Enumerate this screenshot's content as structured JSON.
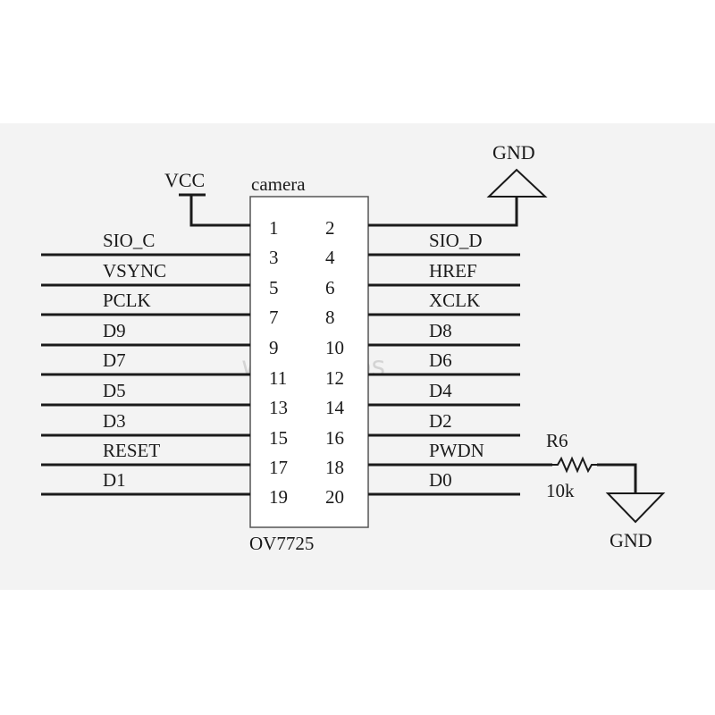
{
  "component": {
    "title": "camera",
    "part_number": "OV7725"
  },
  "power": {
    "vcc": "VCC",
    "gnd_top": "GND",
    "gnd_bottom": "GND"
  },
  "pin_rows": [
    {
      "left_pin": "1",
      "right_pin": "2",
      "left_signal": "",
      "right_signal": ""
    },
    {
      "left_pin": "3",
      "right_pin": "4",
      "left_signal": "SIO_C",
      "right_signal": "SIO_D"
    },
    {
      "left_pin": "5",
      "right_pin": "6",
      "left_signal": "VSYNC",
      "right_signal": "HREF"
    },
    {
      "left_pin": "7",
      "right_pin": "8",
      "left_signal": "PCLK",
      "right_signal": "XCLK"
    },
    {
      "left_pin": "9",
      "right_pin": "10",
      "left_signal": "D9",
      "right_signal": "D8"
    },
    {
      "left_pin": "11",
      "right_pin": "12",
      "left_signal": "D7",
      "right_signal": "D6"
    },
    {
      "left_pin": "13",
      "right_pin": "14",
      "left_signal": "D5",
      "right_signal": "D4"
    },
    {
      "left_pin": "15",
      "right_pin": "16",
      "left_signal": "D3",
      "right_signal": "D2"
    },
    {
      "left_pin": "17",
      "right_pin": "18",
      "left_signal": "RESET",
      "right_signal": "PWDN"
    },
    {
      "left_pin": "19",
      "right_pin": "20",
      "left_signal": "D1",
      "right_signal": "D0"
    }
  ],
  "resistor": {
    "ref": "R6",
    "value": "10k"
  },
  "watermark": "worldchips"
}
